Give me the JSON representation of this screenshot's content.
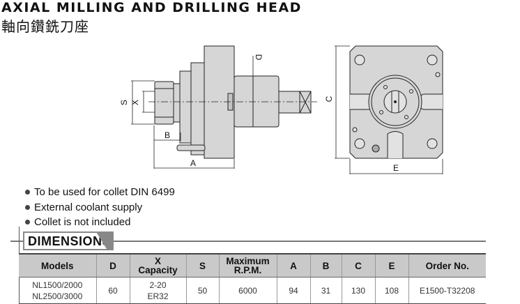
{
  "header": {
    "title": "AXIAL MILLING AND DRILLING HEAD",
    "subtitle": "軸向鑽銑刀座"
  },
  "drawing": {
    "labels": {
      "s": "S",
      "x": "X",
      "b": "B",
      "a": "A",
      "d": "D",
      "c": "C",
      "e": "E"
    }
  },
  "features": [
    "To be used for collet DIN 6499",
    "External coolant supply",
    "Collet is not included"
  ],
  "dimensions": {
    "heading": "DIMENSIONS",
    "columns": [
      {
        "line1": "Models",
        "line2": ""
      },
      {
        "line1": "D",
        "line2": ""
      },
      {
        "line1": "X",
        "line2": "Capacity"
      },
      {
        "line1": "S",
        "line2": ""
      },
      {
        "line1": "Maximum",
        "line2": "R.P.M."
      },
      {
        "line1": "A",
        "line2": ""
      },
      {
        "line1": "B",
        "line2": ""
      },
      {
        "line1": "C",
        "line2": ""
      },
      {
        "line1": "E",
        "line2": ""
      },
      {
        "line1": "Order No.",
        "line2": ""
      }
    ],
    "rows": [
      [
        [
          "NL1500/2000",
          "NL2500/3000"
        ],
        [
          "60",
          ""
        ],
        [
          "2-20",
          "ER32"
        ],
        [
          "50",
          ""
        ],
        [
          "6000",
          ""
        ],
        [
          "94",
          ""
        ],
        [
          "31",
          ""
        ],
        [
          "130",
          ""
        ],
        [
          "108",
          ""
        ],
        [
          "E1500-T32208",
          ""
        ]
      ]
    ]
  }
}
